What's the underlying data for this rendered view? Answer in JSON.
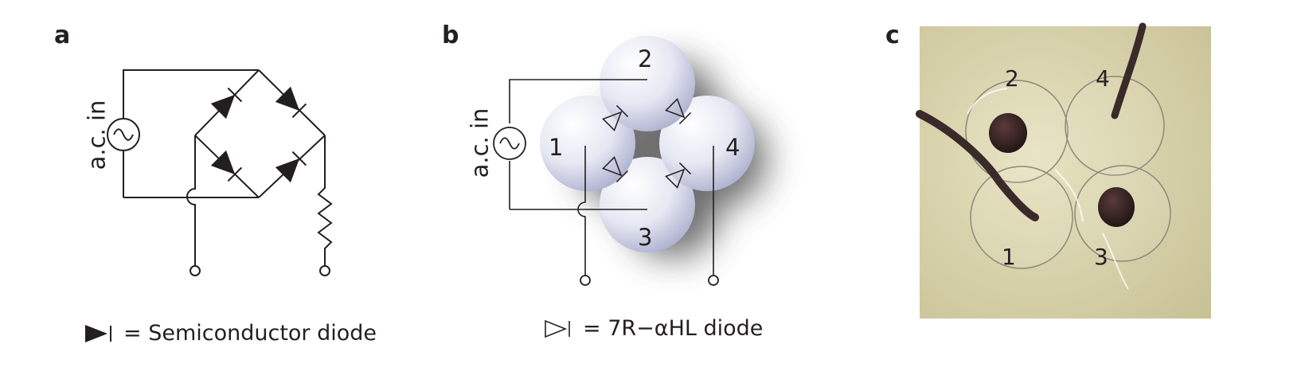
{
  "panels": {
    "a": {
      "letter": "a",
      "source_label": "a.c. in",
      "legend_text": "= Semiconductor diode"
    },
    "b": {
      "letter": "b",
      "source_label": "a.c. in",
      "legend_text": "= 7R−αHL diode",
      "droplets": [
        "1",
        "2",
        "3",
        "4"
      ]
    },
    "c": {
      "letter": "c",
      "droplet_numbers": [
        "1",
        "2",
        "3",
        "4"
      ]
    }
  },
  "colors": {
    "line": "#231f20",
    "droplet": "#dde0ef",
    "photo_bg": "#d9d3a8",
    "electrode": "#3a2a2a"
  }
}
